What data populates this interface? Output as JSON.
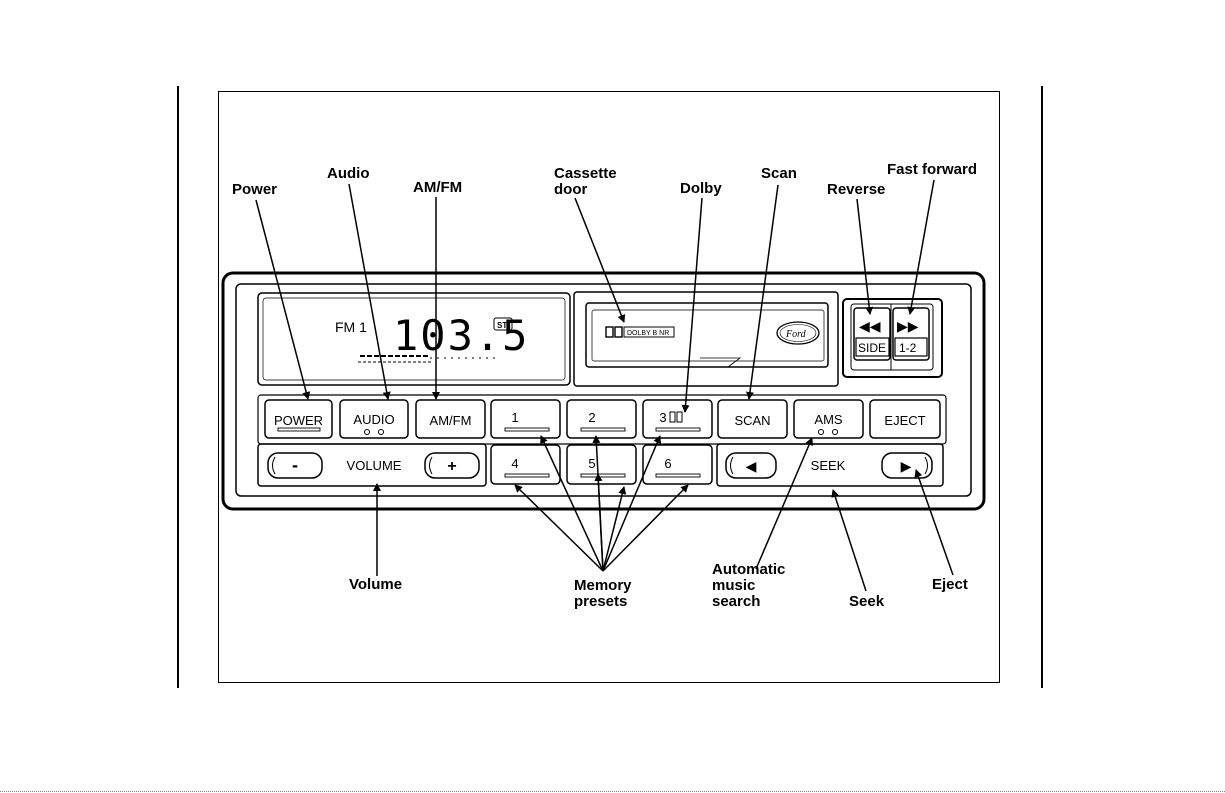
{
  "callouts": {
    "power": "Power",
    "audio": "Audio",
    "amfm": "AM/FM",
    "cassette_door": "Cassette\ndoor",
    "dolby": "Dolby",
    "scan": "Scan",
    "reverse": "Reverse",
    "fast_forward": "Fast forward",
    "volume": "Volume",
    "memory_presets": "Memory\npresets",
    "automatic_music_search": "Automatic\nmusic\nsearch",
    "seek": "Seek",
    "eject": "Eject"
  },
  "display": {
    "band": "FM 1",
    "frequency": "103.5",
    "stereo": "ST"
  },
  "cassette": {
    "dolby_badge": "DOLBY B NR",
    "brand": "Ford"
  },
  "tape_buttons": {
    "reverse_symbol": "◀◀",
    "ffwd_symbol": "▶▶",
    "side": "SIDE",
    "side_num": "1-2"
  },
  "buttons": {
    "power": "POWER",
    "audio": "AUDIO",
    "amfm": "AM/FM",
    "preset1": "1",
    "preset2": "2",
    "preset3": "3",
    "scan": "SCAN",
    "ams": "AMS",
    "eject": "EJECT",
    "vol_minus": "-",
    "volume": "VOLUME",
    "vol_plus": "+",
    "preset4": "4",
    "preset5": "5",
    "preset6": "6",
    "seek_left": "◀",
    "seek": "SEEK",
    "seek_right": "▶"
  }
}
